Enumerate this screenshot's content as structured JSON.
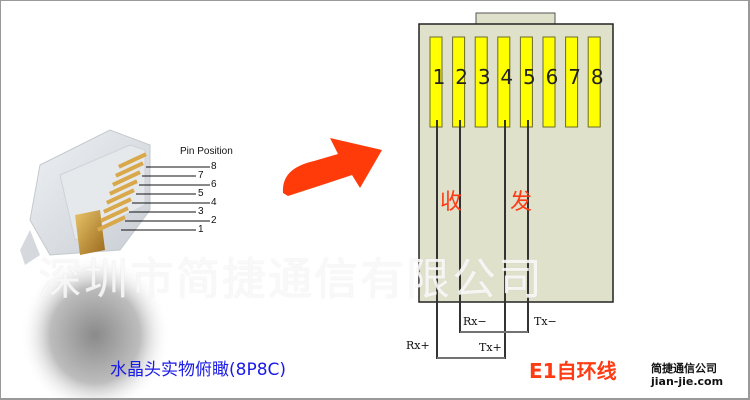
{
  "left_panel": {
    "pin_position_label": "Pin Position",
    "pin_numbers": [
      "8",
      "7",
      "6",
      "5",
      "4",
      "3",
      "2",
      "1"
    ],
    "caption": "水晶头实物俯瞰(8P8C)"
  },
  "watermark": "深圳市简捷通信有限公司",
  "connector": {
    "pins": [
      "1",
      "2",
      "3",
      "4",
      "5",
      "6",
      "7",
      "8"
    ],
    "receive_label": "收",
    "transmit_label": "发",
    "wire_labels": {
      "rx_plus": "Rx+",
      "rx_minus": "Rx−",
      "tx_plus": "Tx+",
      "tx_minus": "Tx−"
    }
  },
  "title": "E1自环线",
  "brand": {
    "name": "简捷通信公司",
    "url": "jian-jie.com"
  },
  "colors": {
    "pin_yellow": "#ffff00",
    "connector_body": "#dfe1cb",
    "accent_red": "#ff3b14",
    "caption_blue": "#1a1ae6"
  }
}
